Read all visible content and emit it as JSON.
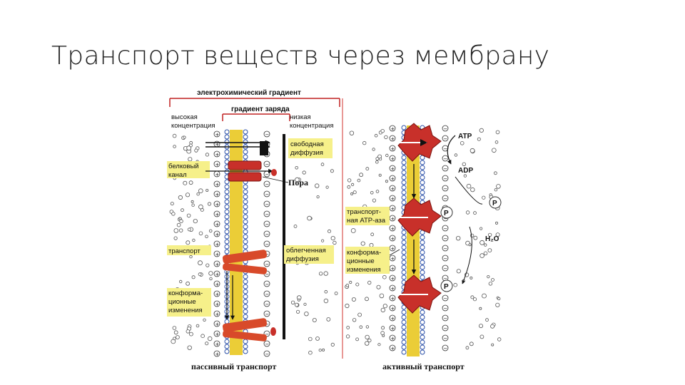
{
  "slide": {
    "title": "Транспорт веществ через мембрану"
  },
  "passive": {
    "gradient_electro": "электрохимический градиент",
    "gradient_charge": "градиент заряда",
    "high_conc": [
      "высокая",
      "концентрация"
    ],
    "low_conc": [
      "низкая",
      "концентрация"
    ],
    "free_diffusion": [
      "свободная",
      "диффузия"
    ],
    "protein_channel": [
      "белковый",
      "канал"
    ],
    "pore": "Пора",
    "transporter": "транспорт",
    "facilitated": [
      "облегченная",
      "диффузия"
    ],
    "conform": [
      "конформа-",
      "ционные",
      "изменения"
    ],
    "footer": "пассивный транспорт"
  },
  "active": {
    "atp": "ATP",
    "adp": "ADP",
    "atpase": [
      "транспорт-",
      "ная ATP-аза"
    ],
    "conform": [
      "конформа-",
      "ционные",
      "изменения"
    ],
    "phosphate": "P",
    "water": "H₂O",
    "footer": "активный транспорт"
  },
  "colors": {
    "highlight": "#f6f08a",
    "protein": "#c8302a",
    "lipid_head": "#2a4fa8",
    "lipid_tail": "#e8c414",
    "divider": "#d9534f"
  },
  "symbols": {
    "plus": "+",
    "minus": "−"
  }
}
